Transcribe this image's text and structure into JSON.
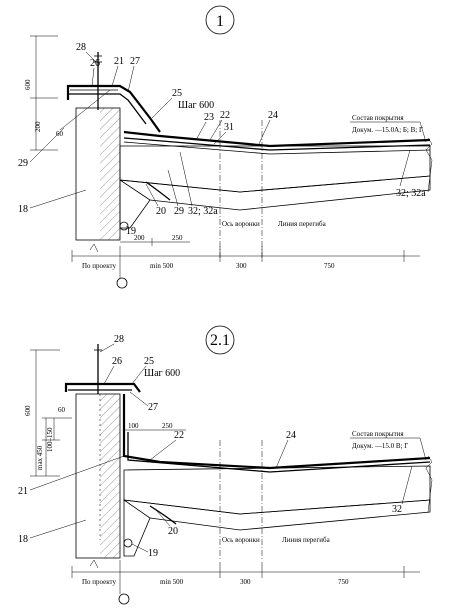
{
  "detail1": {
    "number": "1",
    "step": "Шаг 600",
    "coating_title": "Состав покрытия",
    "coating_doc": "Докум. —15.0А; Б; В; Г",
    "callouts": {
      "c28": "28",
      "c26": "26",
      "c21": "21",
      "c27": "27",
      "c25": "25",
      "c22": "22",
      "c23": "23",
      "c31": "31",
      "c24": "24",
      "c29": "29",
      "c18": "18",
      "c20": "20",
      "c29b": "29",
      "c32a": "32; 32а",
      "c19": "19",
      "c32b": "32; 32а"
    },
    "dims": {
      "d600": "600",
      "d200": "200",
      "d60": "60",
      "d200b": "200",
      "d250": "250",
      "po_proektu": "По проекту",
      "min500": "min 500",
      "d300": "300",
      "d750": "750"
    },
    "axis_label": "Ось воронки",
    "fold_label": "Линия перегиба"
  },
  "detail2": {
    "number": "2.1",
    "step": "Шаг 600",
    "coating_title": "Состав покрытия",
    "coating_doc": "Докум. —15.0 В; Г",
    "callouts": {
      "c28": "28",
      "c26": "26",
      "c25": "25",
      "c27": "27",
      "c22": "22",
      "c24": "24",
      "c21": "21",
      "c20": "20",
      "c18": "18",
      "c19": "19",
      "c32": "32"
    },
    "dims": {
      "d600": "600",
      "max450": "max 450",
      "d100_150": "100–150",
      "d60": "60",
      "d100": "100",
      "d250": "250",
      "po_proektu": "По проекту",
      "min500": "min 500",
      "d300": "300",
      "d750": "750"
    },
    "axis_label": "Ось воронки",
    "fold_label": "Линия перегиба"
  }
}
